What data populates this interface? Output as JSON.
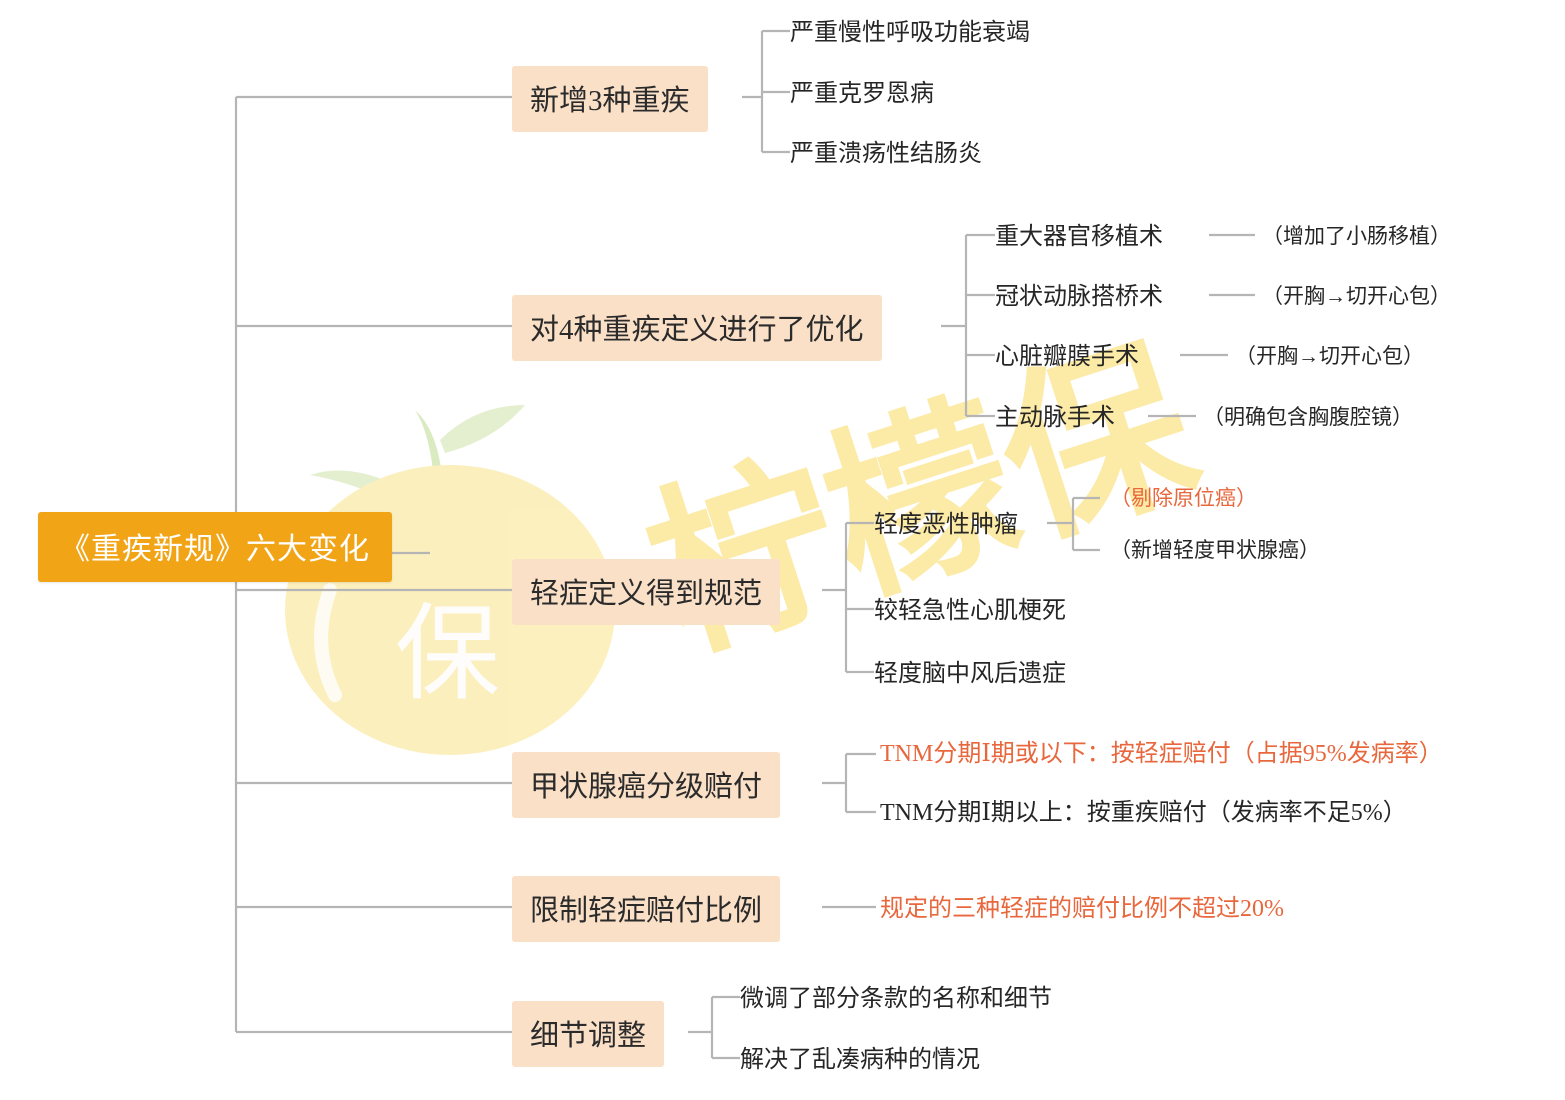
{
  "title": "《重疾新规》六大变化",
  "watermark": {
    "text": "柠檬保",
    "sub_text": "保",
    "color": "#fbe38a"
  },
  "colors": {
    "root_bg": "#f2a417",
    "root_text": "#ffffff",
    "branch_bg": "#fbe0c8",
    "branch_text": "#2b2b2b",
    "line": "#b5b5b5",
    "leaf_text": "#262626",
    "highlight_text": "#e8673c"
  },
  "branches": [
    {
      "label": "新增3种重疾",
      "children": [
        {
          "text": "严重慢性呼吸功能衰竭",
          "style": "normal"
        },
        {
          "text": "严重克罗恩病",
          "style": "normal"
        },
        {
          "text": "严重溃疡性结肠炎",
          "style": "normal"
        }
      ]
    },
    {
      "label": "对4种重疾定义进行了优化",
      "children": [
        {
          "text": "重大器官移植术",
          "style": "normal",
          "note": "（增加了小肠移植）"
        },
        {
          "text": "冠状动脉搭桥术",
          "style": "normal",
          "note": "（开胸→切开心包）"
        },
        {
          "text": "心脏瓣膜手术",
          "style": "normal",
          "note": "（开胸→切开心包）"
        },
        {
          "text": "主动脉手术",
          "style": "normal",
          "note": "（明确包含胸腹腔镜）"
        }
      ]
    },
    {
      "label": "轻症定义得到规范",
      "children": [
        {
          "text": "轻度恶性肿瘤",
          "style": "normal",
          "subchildren": [
            {
              "text": "（剔除原位癌）",
              "style": "highlight"
            },
            {
              "text": "（新增轻度甲状腺癌）",
              "style": "normal"
            }
          ]
        },
        {
          "text": "较轻急性心肌梗死",
          "style": "normal"
        },
        {
          "text": "轻度脑中风后遗症",
          "style": "normal"
        }
      ]
    },
    {
      "label": "甲状腺癌分级赔付",
      "children": [
        {
          "text": "TNM分期Ⅰ期或以下：按轻症赔付（占据95%发病率）",
          "style": "highlight"
        },
        {
          "text": "TNM分期Ⅰ期以上：按重疾赔付（发病率不足5%）",
          "style": "normal"
        }
      ]
    },
    {
      "label": "限制轻症赔付比例",
      "children": [
        {
          "text": "规定的三种轻症的赔付比例不超过20%",
          "style": "highlight"
        }
      ]
    },
    {
      "label": "细节调整",
      "children": [
        {
          "text": "微调了部分条款的名称和细节",
          "style": "normal"
        },
        {
          "text": "解决了乱凑病种的情况",
          "style": "normal"
        }
      ]
    }
  ]
}
